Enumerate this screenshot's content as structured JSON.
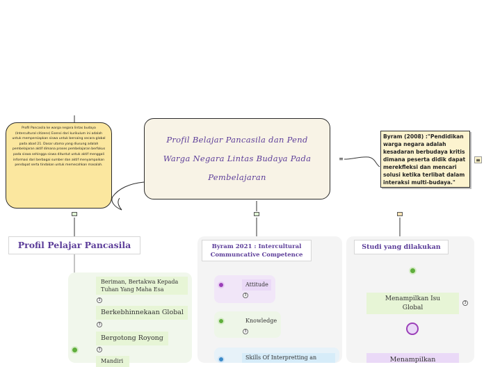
{
  "central": {
    "line1": "Profil Belajar Pancasila dan Pend",
    "line2": "Warga Negara Lintas Budaya Pada",
    "line3": "Pembelajaran",
    "menu_icon": "menu-lines-icon"
  },
  "note_left": {
    "text": "Profil Pancasila ke warga negara lintas budaya (Intercultural citizens) Esensi dari kurikulum ini adalah untuk mempersiapkan siswa untuk bersaing secara global pada abad 21. Dasar utama yang diusung adalah pembelajaran aktif dimana proses pembelajaran berfokus pada siswa sehingga siswa dituntut untuk aktif menggali informasi dari berbagai sumber dan aktif menyampaikan pendapat serta tindakan untuk memecahkan masalah."
  },
  "note_right": {
    "text": "Byram (2008) :\"Pendidikan warga negara adalah kesadaran berbudaya kritis dimana peserta didik dapat merekfleksi dan mencari solusi ketika terlibat dalam interaksi multi-budaya.\""
  },
  "branch_profil": {
    "title": "Profil Pelajar Pancasila",
    "items": [
      {
        "label_line1": "Beriman, Bertakwa Kepada",
        "label_line2": "Tuhan Yang Maha Esa",
        "badge": "3"
      },
      {
        "label_line1": "Berkebhinnekaan Global",
        "label_line2": "",
        "badge": "3"
      },
      {
        "label_line1": "Bergotong Royong",
        "label_line2": "",
        "badge": "3"
      },
      {
        "label_line1": "Mandiri",
        "label_line2": "",
        "badge": ""
      }
    ]
  },
  "branch_byram": {
    "title_line1": "Byram 2021 : Intercultural",
    "title_line2": "Communcative Competence",
    "items": [
      {
        "label": "Attitude",
        "badge": "3"
      },
      {
        "label": "Knowledge",
        "badge": "3"
      },
      {
        "label": "Skills Of Interpretting an",
        "badge": ""
      }
    ]
  },
  "branch_studi": {
    "title": "Studi yang dilakukan",
    "items": [
      {
        "label_line1": "Menampilkan Isu",
        "label_line2": "Global",
        "badge": "3"
      },
      {
        "label_line1": "Menampilkan",
        "label_line2": "",
        "badge": ""
      }
    ]
  },
  "colors": {
    "purple": "#5c3d99",
    "green_item": "#e7f5d6",
    "lilac_item": "#ead9f7",
    "blue_item": "#d6ecf9",
    "note_yellow": "#fbe79f",
    "node_green": "#5fae3c",
    "node_purple": "#9b3fb8"
  }
}
